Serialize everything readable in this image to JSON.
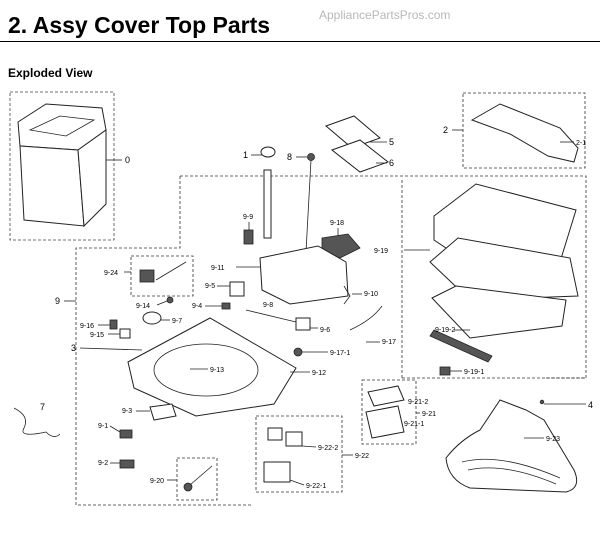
{
  "header": {
    "title": "2.  Assy Cover Top Parts",
    "watermark": "AppliancePartsPros.com",
    "subtitle": "Exploded View"
  },
  "callouts": {
    "c0": "0",
    "c2": "2",
    "c2_1": "2-1",
    "c1": "1",
    "c8": "8",
    "c5": "5",
    "c6": "6",
    "c9_9": "9-9",
    "c9_18": "9-18",
    "c9_19": "9-19",
    "c9_24": "9-24",
    "c9_11": "9-11",
    "c9": "9",
    "c9_5": "9-5",
    "c9_4": "9-4",
    "c9_8": "9-8",
    "c9_10": "9-10",
    "c9_14": "9-14",
    "c9_7": "9-7",
    "c9_16": "9-16",
    "c9_15": "9-15",
    "c9_6": "9-6",
    "c9_17": "9-17",
    "c9_17_1": "9-17-1",
    "c3": "3",
    "c9_13": "9-13",
    "c9_12": "9-12",
    "c9_19_2": "9-19-2",
    "c9_19_1": "9-19-1",
    "c9_3": "9-3",
    "c7": "7",
    "c9_1": "9-1",
    "c9_21_2": "9-21-2",
    "c9_21_1": "9-21-1",
    "c9_21": "9-21",
    "c4": "4",
    "c9_23": "9-23",
    "c9_22_2": "9-22-2",
    "c9_22": "9-22",
    "c9_22_1": "9-22-1",
    "c9_2": "9-2",
    "c9_20": "9-20"
  }
}
